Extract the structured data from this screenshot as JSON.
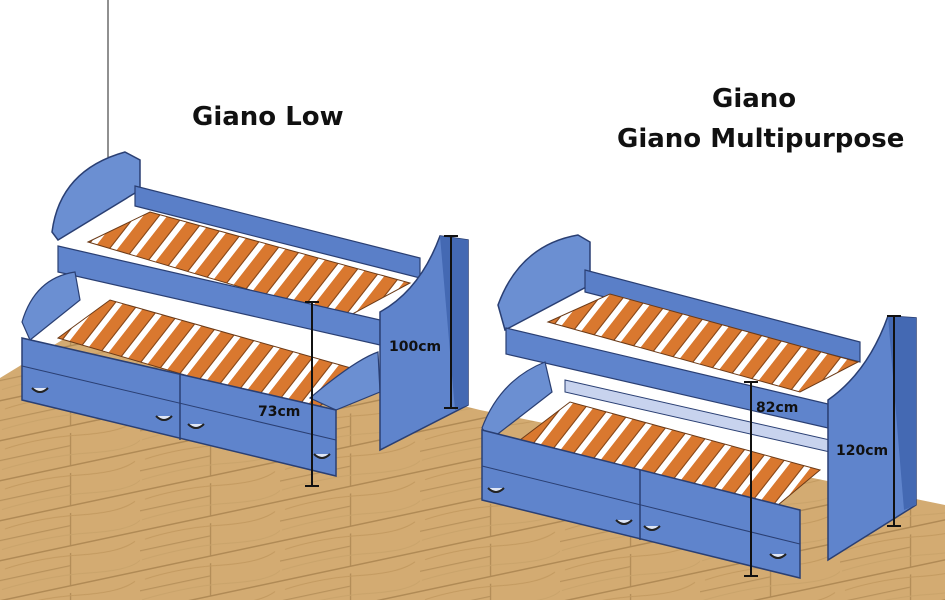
{
  "titles": {
    "low": "Giano Low",
    "giano": "Giano",
    "multipurpose": "Giano Multipurpose"
  },
  "dimensions": {
    "low_height": "100cm",
    "low_trundle": "73cm",
    "giano_trundle": "82cm",
    "giano_height": "120cm"
  },
  "colors": {
    "wall": "#ffffff",
    "floor": "#d3ab72",
    "bed_blue": "#5f84cc",
    "bed_blue_dark": "#4469b3",
    "slat": "#d9782f",
    "dimension_line": "#111111"
  }
}
